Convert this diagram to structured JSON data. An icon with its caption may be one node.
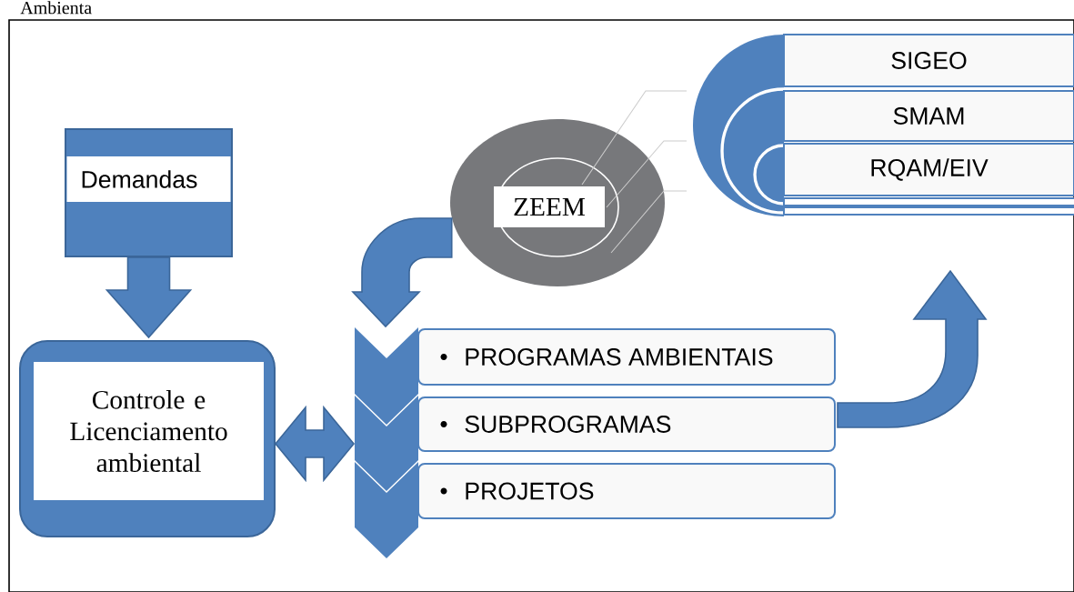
{
  "diagram": {
    "nodes": [
      {
        "text": [
          "Demandas"
        ]
      },
      {
        "text": [
          "Controle e Licenciamento ambiental"
        ]
      },
      {
        "text": [
          "PROGRAMAS AMBIENTAIS"
        ]
      },
      {
        "text": [
          "SUBPROGRAMAS"
        ]
      },
      {
        "text": [
          "PROJETOS"
        ]
      },
      {
        "text": [
          "ZEEM"
        ]
      },
      {
        "text": [
          "SIGEO"
        ]
      },
      {
        "text": [
          "SMAM"
        ]
      },
      {
        "text": [
          "RQAM/EIV"
        ]
      }
    ],
    "edges": [
      {
        "from": 0,
        "to": 1,
        "arrow": "to"
      },
      {
        "from": 1,
        "to": 3,
        "arrow": "both"
      },
      {
        "from": 5,
        "to": 2,
        "arrow": "to"
      },
      {
        "from": 3,
        "to": 8,
        "arrow": "to"
      }
    ],
    "labels": [
      "Ambienta"
    ]
  }
}
